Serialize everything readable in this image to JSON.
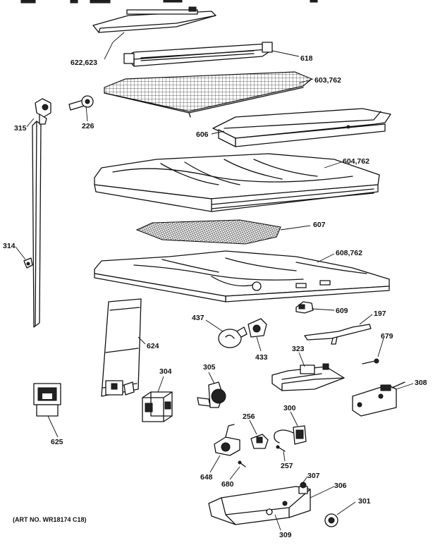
{
  "labels": {
    "p622_623": "622,623",
    "p618": "618",
    "p603_762": "603,762",
    "p315": "315",
    "p226": "226",
    "p606": "606",
    "p604_762": "604,762",
    "p607": "607",
    "p314": "314",
    "p608_762": "608,762",
    "p609": "609",
    "p437": "437",
    "p197": "197",
    "p624": "624",
    "p433": "433",
    "p679": "679",
    "p323": "323",
    "p304": "304",
    "p305": "305",
    "p308": "308",
    "p625": "625",
    "p256": "256",
    "p300": "300",
    "p257": "257",
    "p648": "648",
    "p680": "680",
    "p307": "307",
    "p306": "306",
    "p301": "301",
    "p309": "309"
  },
  "art_no": "(ART NO. WR18174 C18)"
}
